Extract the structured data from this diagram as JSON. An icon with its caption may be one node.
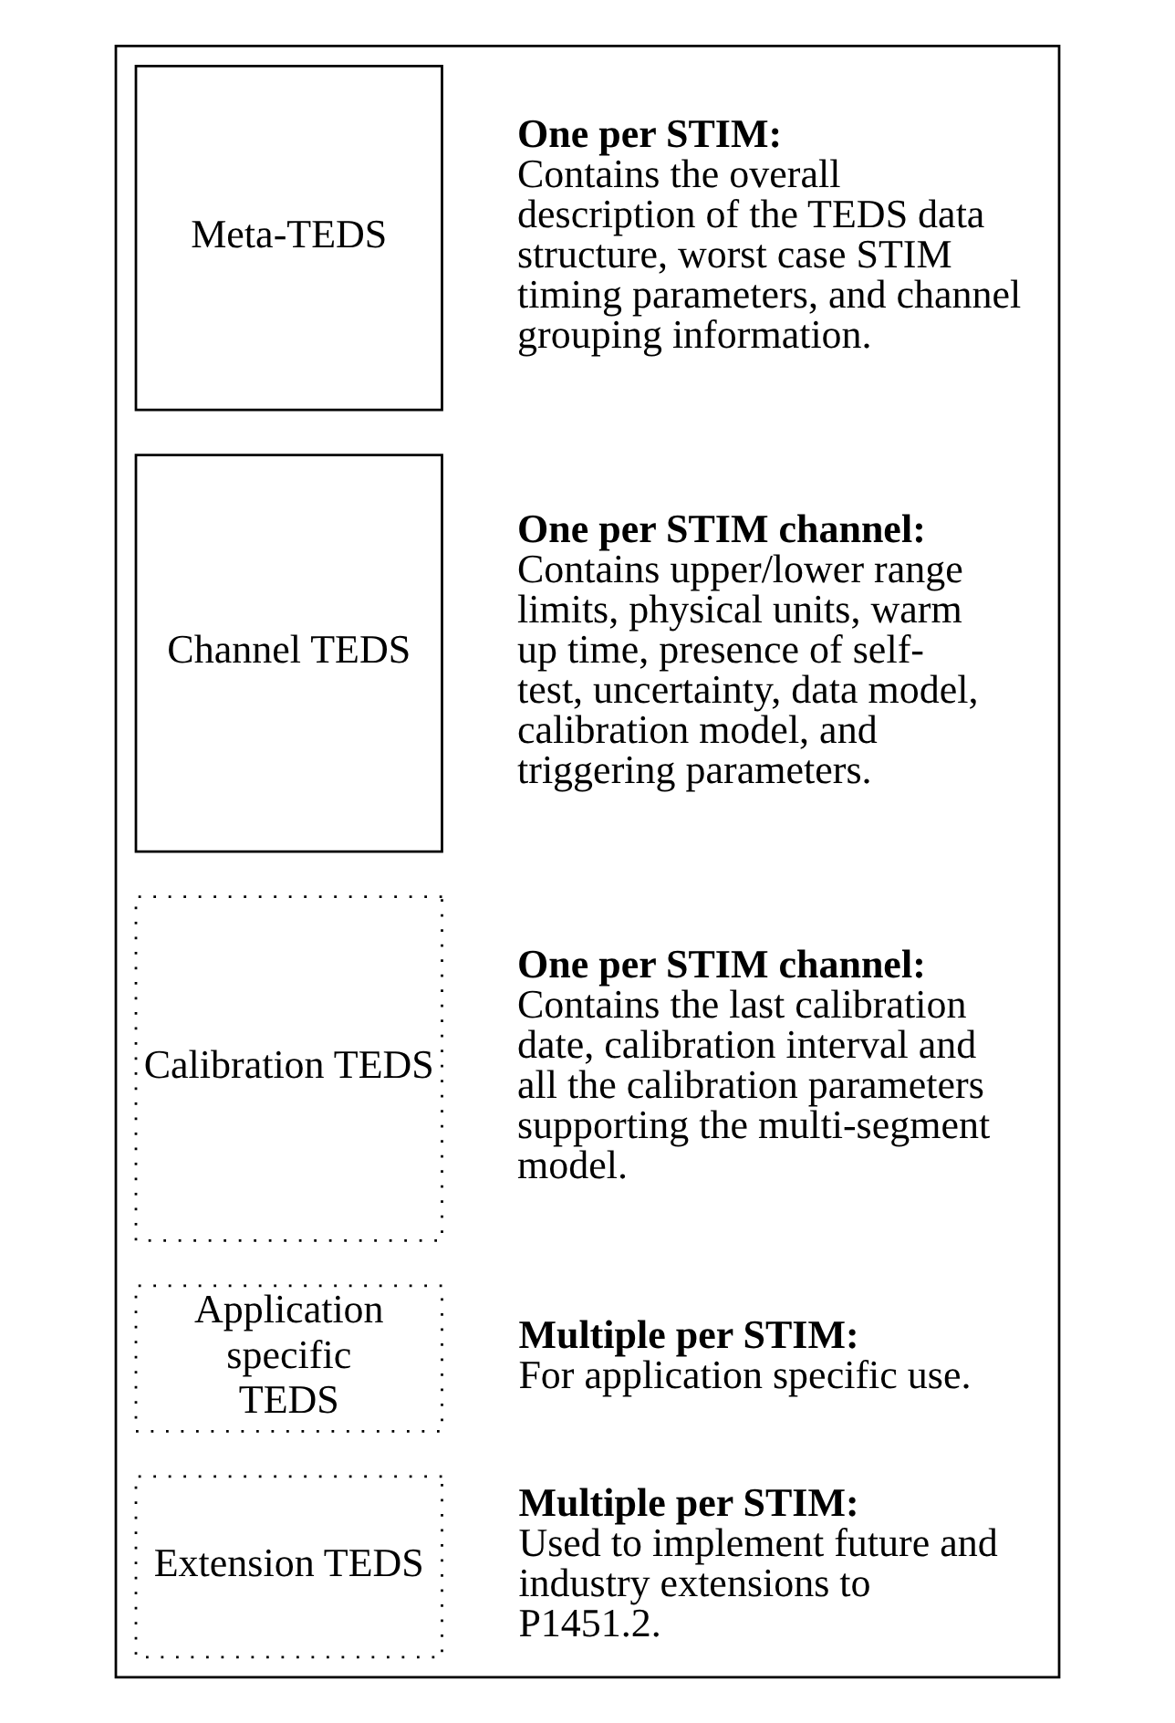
{
  "diagram": {
    "nodes": [
      {
        "text": [],
        "shape": "box"
      },
      {
        "text": [
          "Meta-TEDS"
        ],
        "in": 0,
        "beside": [
          "One per STIM:",
          "Contains the overall description of the TEDS data structure, worst case STIM timing parameters, and channel grouping information."
        ]
      },
      {
        "text": [
          "Channel TEDS"
        ],
        "in": 0,
        "beside": [
          "One per STIM channel:",
          "Contains upper/lower range limits, physical units, warm up time, presence of self-test, uncertainty, data model, calibration model, and triggering parameters."
        ]
      },
      {
        "text": [
          "Calibration TEDS"
        ],
        "in": 0,
        "beside": [
          "One per STIM channel:",
          "Contains the last calibration date, calibration interval and all the calibration parameters supporting the multi-segment model."
        ]
      },
      {
        "text": [
          "Application specific TEDS"
        ],
        "in": 0,
        "beside": [
          "Multiple per STIM:",
          "For application specific use."
        ]
      },
      {
        "text": [
          "Extension TEDS"
        ],
        "in": 0,
        "beside": [
          "Multiple per STIM:",
          "Used to implement future and industry extensions to P1451.2."
        ]
      }
    ],
    "edges": []
  }
}
